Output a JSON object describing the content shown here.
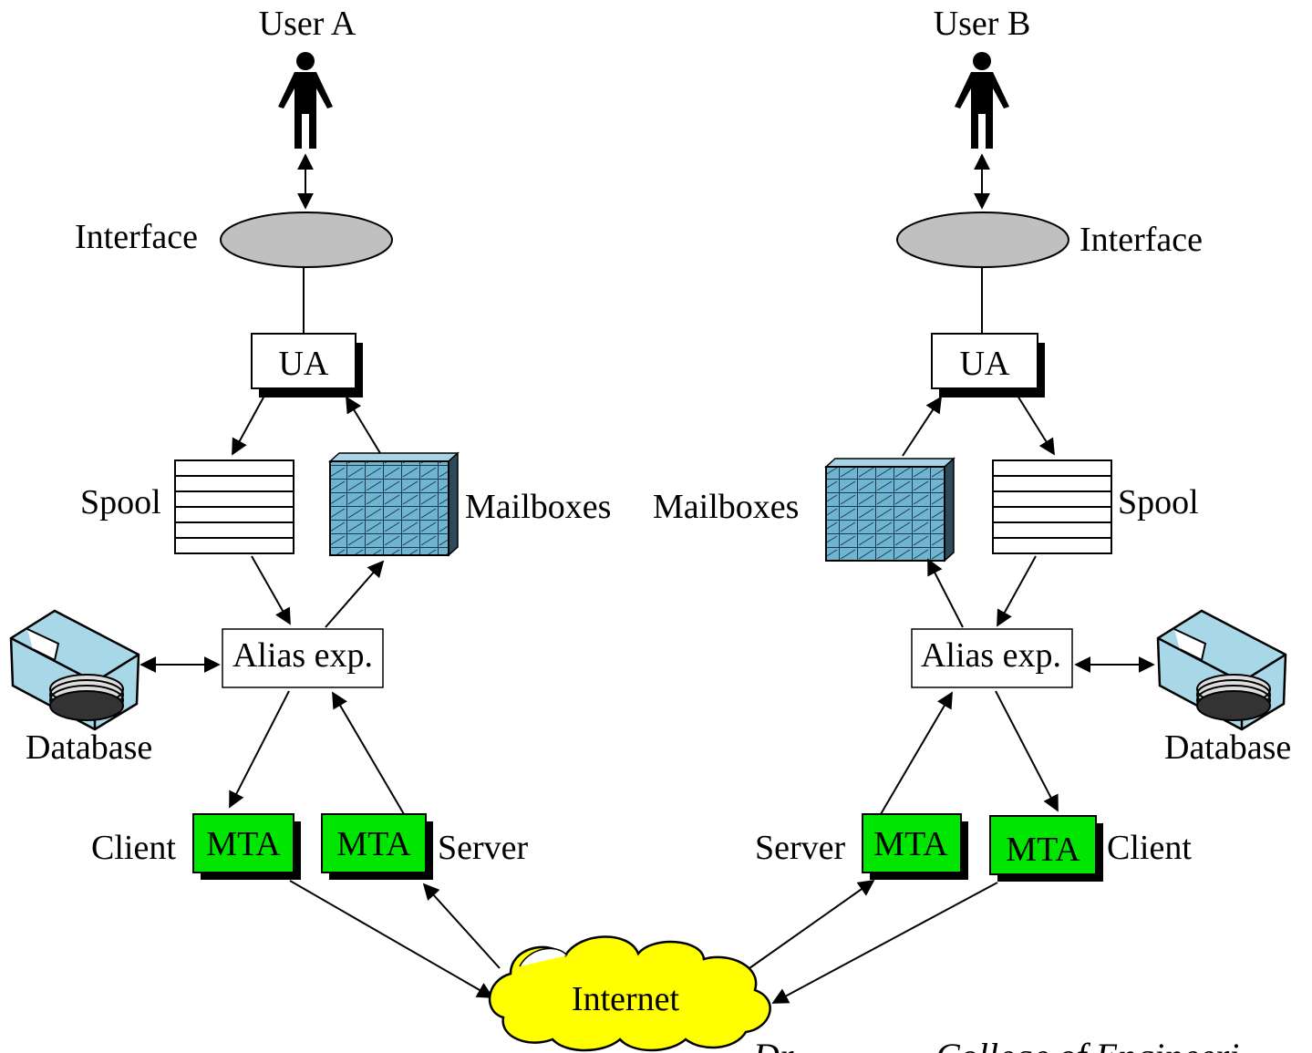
{
  "colors": {
    "interface_fill": "#c0c0c0",
    "mailbox_fill": "#6fb4d0",
    "mta_fill": "#00e600",
    "internet_fill": "#ffff00",
    "database_fill": "#a8d8e8"
  },
  "icons": {
    "user": "person-icon",
    "database": "disk-drive-icon",
    "internet": "cloud-icon"
  },
  "left": {
    "user": "User A",
    "interface": "Interface",
    "ua": "UA",
    "spool": "Spool",
    "mailboxes": "Mailboxes",
    "alias": "Alias exp.",
    "database": "Database",
    "client_label": "Client",
    "client_mta": "MTA",
    "server_mta": "MTA",
    "server_label": "Server"
  },
  "right": {
    "user": "User B",
    "interface": "Interface",
    "ua": "UA",
    "spool": "Spool",
    "mailboxes": "Mailboxes",
    "alias": "Alias exp.",
    "database": "Database",
    "client_label": "Client",
    "client_mta": "MTA",
    "server_mta": "MTA",
    "server_label": "Server"
  },
  "internet": "Internet",
  "footer": "Dr. ..... ....... College of Engineeri..."
}
